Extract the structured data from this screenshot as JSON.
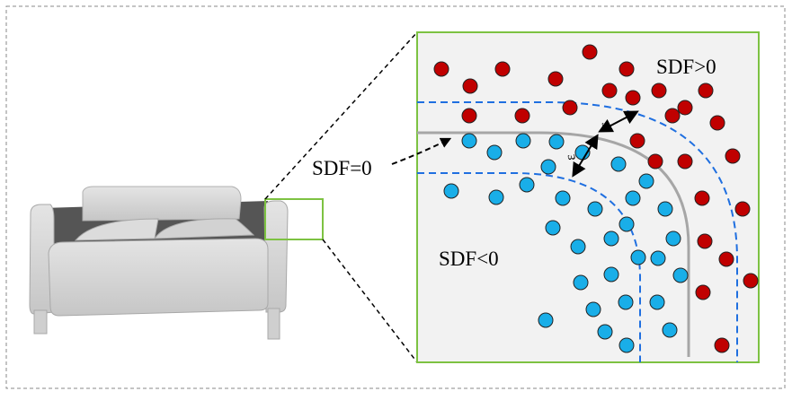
{
  "labels": {
    "sdf_zero": "SDF=0",
    "sdf_positive": "SDF>0",
    "sdf_negative": "SDF<0",
    "epsilon_upper": "ε",
    "epsilon_lower": "ε"
  },
  "colors": {
    "frame_border": "#8a8a8a",
    "zoom_box_border": "#7dc242",
    "inset_background": "#f2f2f2",
    "surface_curve": "#a6a6a6",
    "band_dashes": "#1f6fe0",
    "outside_point": "#c00000",
    "inside_point": "#19aee8",
    "point_outline": "#222222",
    "sofa_body": "#d8d8d8",
    "sofa_back": "#555555"
  },
  "icons": {
    "object": "sofa-3d-model",
    "pointer": "arrow-right",
    "measure": "double-headed-arrow"
  }
}
